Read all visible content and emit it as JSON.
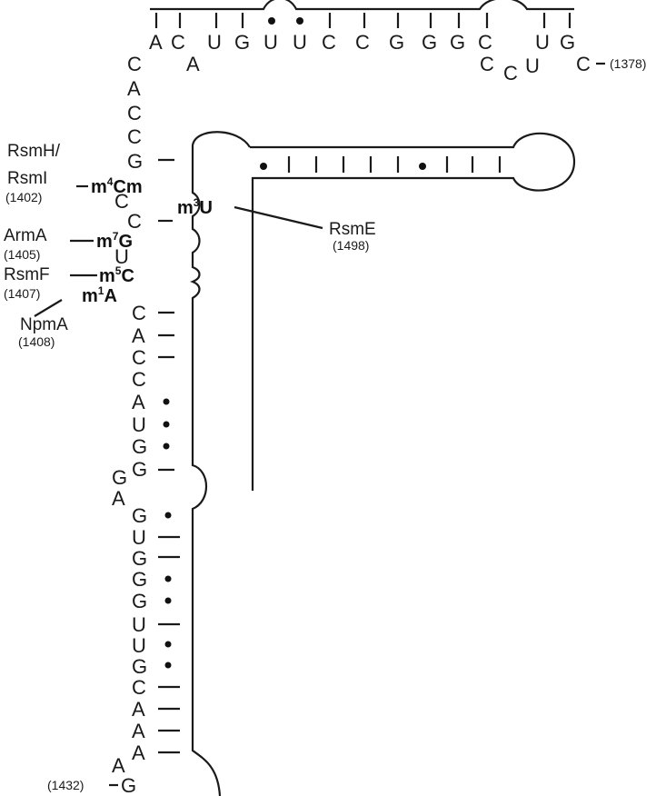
{
  "strand_top": [
    "A",
    "C",
    "U",
    "G",
    "U",
    "U",
    "C",
    "C",
    "G",
    "G",
    "G",
    "C"
  ],
  "bulge_A": "A",
  "top_loop": [
    "C",
    "C",
    "U"
  ],
  "top_pair_ug": [
    "U",
    "G"
  ],
  "top_c": "C",
  "left_strand_upper": [
    "C",
    "A",
    "C",
    "C",
    "G"
  ],
  "left_strand_mid": [
    "C",
    "C",
    "U"
  ],
  "left_strand_lower": [
    "C",
    "A",
    "C",
    "C",
    "A",
    "U",
    "G",
    "G"
  ],
  "bulge_GA": [
    "G",
    "A"
  ],
  "left_strand_bottom": [
    "G",
    "U",
    "G",
    "G",
    "G",
    "U",
    "U",
    "G",
    "C",
    "A",
    "A",
    "A"
  ],
  "end_A": "A",
  "end_G": "G",
  "modifications": {
    "m4Cm": {
      "base": "m",
      "sup": "4",
      "rest": "Cm"
    },
    "m7G": {
      "base": "m",
      "sup": "7",
      "rest": "G"
    },
    "m5C": {
      "base": "m",
      "sup": "5",
      "rest": "C"
    },
    "m1A": {
      "base": "m",
      "sup": "1",
      "rest": "A"
    },
    "m3U": {
      "base": "m",
      "sup": "3",
      "rest": "U"
    }
  },
  "enzymes": {
    "rsmh": "RsmH/",
    "rsmi": "RsmI",
    "arma": "ArmA",
    "rsmf": "RsmF",
    "npma": "NpmA",
    "rsme": "RsmE"
  },
  "positions": {
    "p1378": "(1378)",
    "p1402": "(1402)",
    "p1405": "(1405)",
    "p1407": "(1407)",
    "p1408": "(1408)",
    "p1498": "(1498)",
    "p1432": "(1432)"
  }
}
